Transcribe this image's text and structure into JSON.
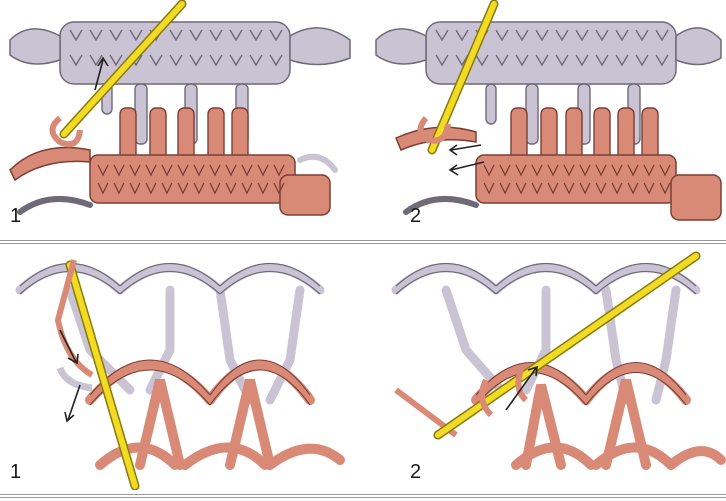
{
  "figure": {
    "rows": [
      {
        "panels": [
          {
            "step_label": "1",
            "depicts": "treble-row"
          },
          {
            "step_label": "2",
            "depicts": "treble-row"
          }
        ]
      },
      {
        "panels": [
          {
            "step_label": "1",
            "depicts": "net-arches"
          },
          {
            "step_label": "2",
            "depicts": "net-arches"
          }
        ]
      }
    ]
  },
  "colors": {
    "yarn_light": "#c9c3d3",
    "yarn_light_outline": "#6e6a78",
    "yarn_pink": "#d98a76",
    "yarn_pink_outline": "#7a3e33",
    "hook": "#f1db25",
    "hook_outline": "#8a7a08",
    "arrow": "#222222"
  }
}
